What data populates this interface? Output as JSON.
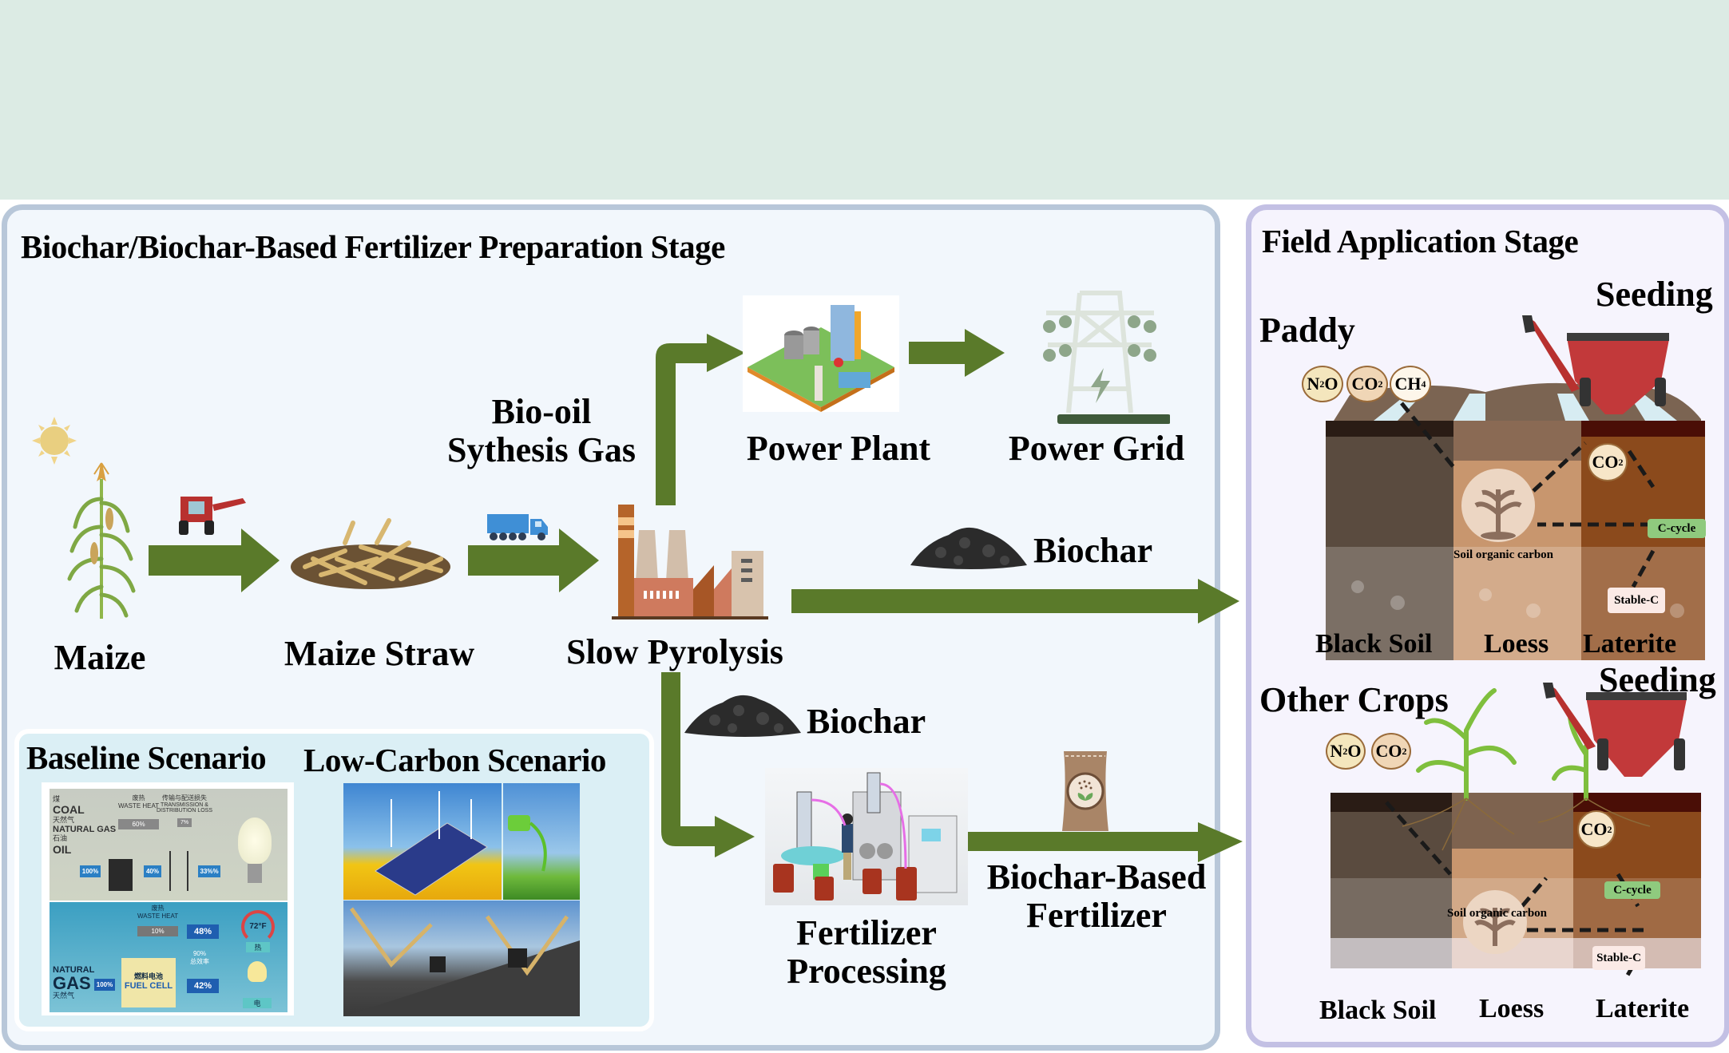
{
  "colors": {
    "arrow": "#5a7a2a",
    "top_band": "#dcebe4",
    "left_panel_bg": "#f2f7fc",
    "left_panel_border": "#b8c7d9",
    "right_panel_bg": "#f6f4fd",
    "right_panel_border": "#c3c0e4",
    "scenario_bg": "#dbeff5",
    "c_cycle_tag": "#8fca7e",
    "stable_c_tag": "#fbeae6"
  },
  "preparation_stage": {
    "title": "Biochar/Biochar-Based Fertilizer Preparation Stage",
    "nodes": {
      "maize": "Maize",
      "maize_straw": "Maize Straw",
      "slow_pyrolysis": "Slow Pyrolysis",
      "bio_oil_line1": "Bio-oil",
      "bio_oil_line2": "Sythesis Gas",
      "power_plant": "Power Plant",
      "power_grid": "Power Grid",
      "biochar_upper": "Biochar",
      "biochar_lower": "Biochar",
      "fertilizer_processing_line1": "Fertilizer",
      "fertilizer_processing_line2": "Processing",
      "biochar_based_line1": "Biochar-Based",
      "biochar_based_line2": "Fertilizer"
    },
    "icons": [
      "sun-icon",
      "maize-plant-icon",
      "harvester-icon",
      "straw-pile-icon",
      "truck-icon",
      "factory-icon",
      "power-plant-icon",
      "power-tower-icon",
      "biochar-pile-icon",
      "fertilizer-machine-icon",
      "fertilizer-bag-icon"
    ]
  },
  "scenarios": {
    "baseline_title": "Baseline Scenario",
    "low_carbon_title": "Low-Carbon Scenario",
    "baseline_image": {
      "top": {
        "sources": [
          {
            "cn": "煤",
            "en": "COAL"
          },
          {
            "cn": "天然气",
            "en": "NATURAL GAS"
          },
          {
            "cn": "石油",
            "en": "OIL"
          }
        ],
        "waste_heat_cn": "废热",
        "waste_heat_en": "WASTE HEAT",
        "waste_heat_pct": "60%",
        "loss_cn": "传输与配送损失",
        "loss_en1": "TRANSMISSION &",
        "loss_en2": "DISTRIBUTION LOSS",
        "loss_pct": "7%",
        "flow": [
          "100%",
          "40%",
          "33%%"
        ]
      },
      "bottom": {
        "source_en1": "NATURAL",
        "source_en2": "GAS",
        "source_cn": "天然气",
        "waste_heat_cn": "废热",
        "waste_heat_en": "WASTE HEAT",
        "waste_heat_pct": "10%",
        "input": "100%",
        "cell_cn": "燃料电池",
        "cell_en": "FUEL CELL",
        "heat_pct": "48%",
        "total_pct": "90%",
        "total_cn": "总效率",
        "elec_pct": "42%",
        "temp": "72°F",
        "heat_cn": "热",
        "elec_cn": "电"
      }
    }
  },
  "field_stage": {
    "title": "Field Application Stage",
    "paddy": {
      "label": "Paddy",
      "seeding": "Seeding",
      "gases": [
        {
          "formula": "N",
          "sub": "2",
          "tail": "O"
        },
        {
          "formula": "CO",
          "sub": "2",
          "tail": ""
        },
        {
          "formula": "CH",
          "sub": "4",
          "tail": ""
        }
      ],
      "co2": {
        "formula": "CO",
        "sub": "2"
      },
      "soc": "Soil organic carbon",
      "c_cycle": "C-cycle",
      "stable_c": "Stable-C",
      "soils": [
        "Black Soil",
        "Loess",
        "Laterite"
      ]
    },
    "other_crops": {
      "label": "Other Crops",
      "seeding": "Seeding",
      "gases": [
        {
          "formula": "N",
          "sub": "2",
          "tail": "O"
        },
        {
          "formula": "CO",
          "sub": "2",
          "tail": ""
        }
      ],
      "co2": {
        "formula": "CO",
        "sub": "2"
      },
      "soc": "Soil organic carbon",
      "c_cycle": "C-cycle",
      "stable_c": "Stable-C",
      "soils": [
        "Black Soil",
        "Loess",
        "Laterite"
      ]
    }
  }
}
